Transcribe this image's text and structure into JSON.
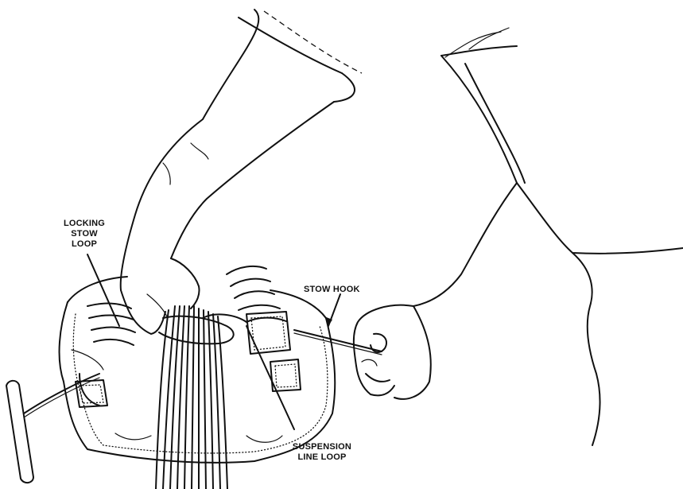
{
  "labels": {
    "locking_stow_loop": [
      "LOCKING",
      "STOW",
      "LOOP"
    ],
    "stow_hook": "STOW HOOK",
    "suspension_line_loop": [
      "SUSPENSION",
      "LINE LOOP"
    ]
  },
  "colors": {
    "ink": "#111111",
    "background": "#ffffff"
  }
}
